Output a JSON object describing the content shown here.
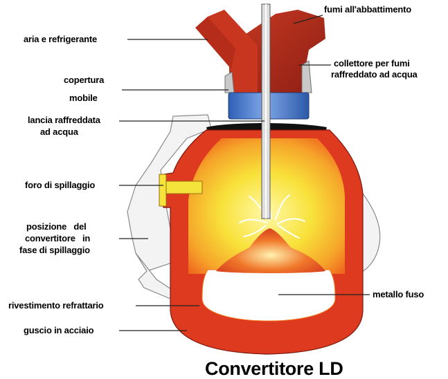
{
  "title": "Convertitore LD",
  "labels": {
    "fumi": "fumi all'abbattimento",
    "aria": "aria e refrigerante",
    "collettore_1": "collettore per fumi",
    "collettore_2": "raffreddato ad acqua",
    "copertura_1": "copertura",
    "copertura_2": "mobile",
    "lancia_1": "lancia raffreddata",
    "lancia_2": "ad acqua",
    "foro": "foro di spillaggio",
    "posizione_1": "posizione   del",
    "posizione_2": "convertitore   in",
    "posizione_3": "fase di spillaggio",
    "metallo": "metallo fuso",
    "rivestimento": "rivestimento refrattario",
    "guscio": "guscio in acciaio"
  },
  "colors": {
    "shell": "#dd3a1f",
    "refractory_glow": "#f27a20",
    "flame": "#f7e23a",
    "molten_metal": "#ffffff",
    "lance": "#d6d6d6",
    "hood_blue": "#4a77c9",
    "fume_duct": "#b02818",
    "ghost_outline": "#f2f2f2"
  }
}
